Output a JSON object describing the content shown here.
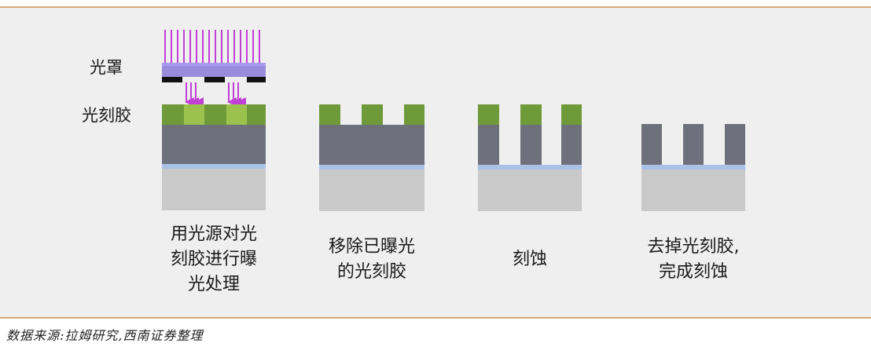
{
  "labels": {
    "mask": "光罩",
    "photoresist": "光刻胶"
  },
  "steps": [
    {
      "id": "expose",
      "caption": "用光源对光\n刻胶进行曝\n光处理"
    },
    {
      "id": "remove",
      "caption": "移除已曝光\n的光刻胶"
    },
    {
      "id": "etch",
      "caption": "刻蚀"
    },
    {
      "id": "strip",
      "caption": "去掉光刻胶,\n完成刻蚀"
    }
  ],
  "source": "数据来源:拉姆研究,西南证券整理",
  "colors": {
    "panel": "#efefef",
    "border": "#d6a878",
    "light": "#c03fd6",
    "mask_glass": "#8a7ad8",
    "mask_block": "#111111",
    "resist": "#6f9a3a",
    "resist_exposed": "#9cc24e",
    "layer_dark": "#6e717c",
    "layer_film": "#a9c2e6",
    "substrate": "#c9c9c9"
  }
}
